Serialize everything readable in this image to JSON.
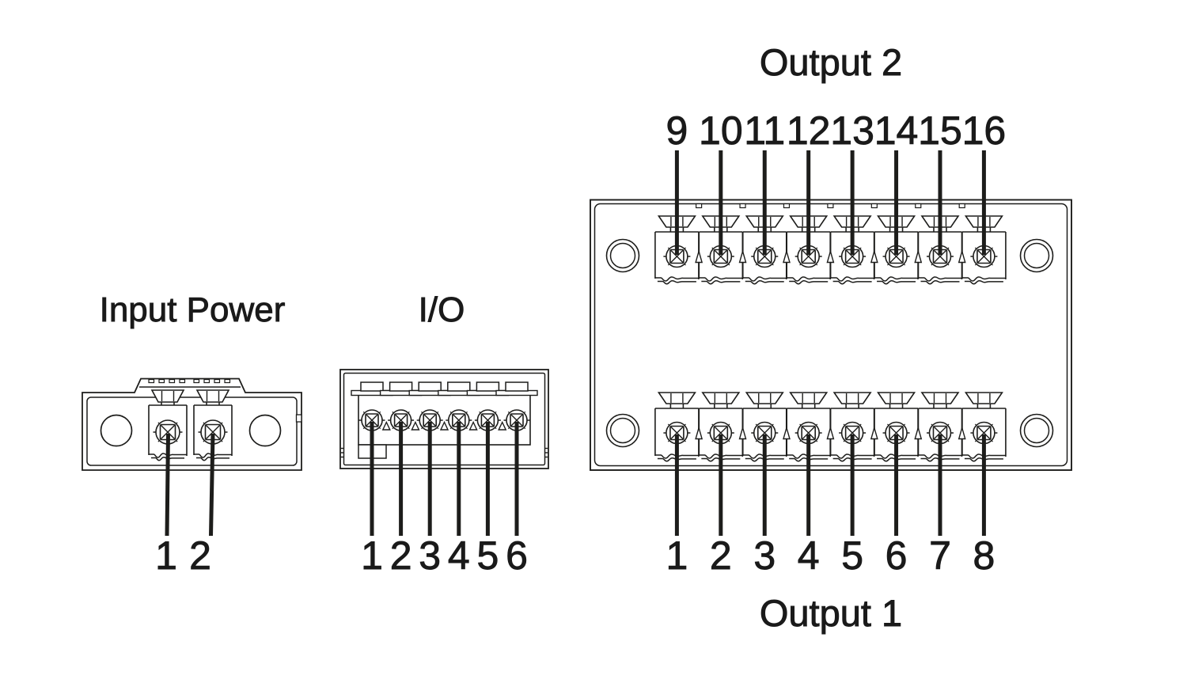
{
  "page": {
    "background": "#ffffff",
    "line_color": "#1d1d1b",
    "text_color": "#1a1a1a"
  },
  "icons": {
    "screw_head": "circle-with-boxed-x",
    "wire_clamp": "trapezoid-clamp",
    "polarity_mark": "small-triangle-up",
    "mounting_hole": "circle"
  },
  "connectors": {
    "input_power": {
      "title": "Input Power",
      "pins": [
        "1",
        "2"
      ]
    },
    "io": {
      "title": "I/O",
      "pins": [
        "1",
        "2",
        "3",
        "4",
        "5",
        "6"
      ]
    },
    "output_block": {
      "top_row": {
        "title": "Output 2",
        "pins": [
          "9",
          "10",
          "11",
          "12",
          "13",
          "14",
          "15",
          "16"
        ]
      },
      "bottom_row": {
        "title": "Output 1",
        "pins": [
          "1",
          "2",
          "3",
          "4",
          "5",
          "6",
          "7",
          "8"
        ]
      }
    }
  }
}
